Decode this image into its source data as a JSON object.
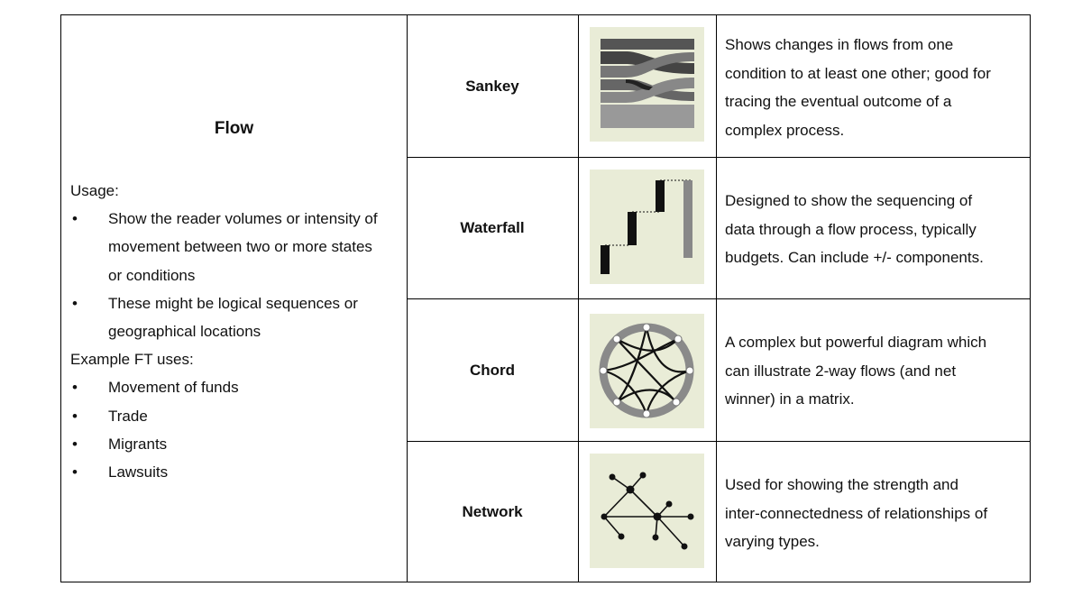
{
  "flow": {
    "heading": "Flow",
    "usage_label": "Usage:",
    "usage_bullets": [
      [
        "Show the reader volumes or intensity of",
        "movement between two or more states",
        "or conditions"
      ],
      [
        "These might be logical sequences or",
        "geographical locations"
      ]
    ],
    "example_label": "Example FT uses:",
    "example_bullets": [
      "Movement of funds",
      "Trade",
      "Migrants",
      "Lawsuits"
    ],
    "bullet_char": "•"
  },
  "charts": [
    {
      "name": "Sankey",
      "icon": "sankey-thumbnail",
      "description": [
        "Shows changes in flows from one",
        "condition to at least one other; good for",
        "tracing the eventual outcome of a",
        "complex process."
      ]
    },
    {
      "name": "Waterfall",
      "icon": "waterfall-thumbnail",
      "description": [
        "Designed to show the sequencing of",
        "data through a flow process, typically",
        "budgets. Can include +/- components."
      ]
    },
    {
      "name": "Chord",
      "icon": "chord-thumbnail",
      "description": [
        "A complex but powerful diagram which",
        "can illustrate 2-way flows (and net",
        "winner) in a matrix."
      ]
    },
    {
      "name": "Network",
      "icon": "network-thumbnail",
      "description": [
        "Used for showing the strength and",
        "inter-connectedness of relationships of",
        "varying types."
      ]
    }
  ],
  "colors": {
    "thumbnail_bg": "#e9ecd7",
    "ink": "#111111",
    "dark_grey": "#555555",
    "light_grey": "#999999"
  }
}
